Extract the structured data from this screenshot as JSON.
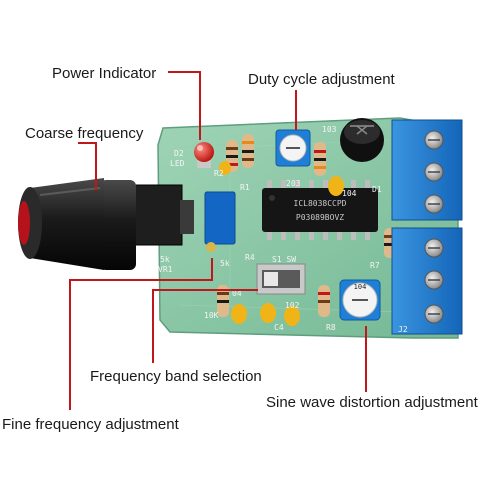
{
  "labels": {
    "power_indicator": "Power Indicator",
    "duty_cycle": "Duty cycle adjustment",
    "coarse_frequency": "Coarse frequency",
    "frequency_band": "Frequency band selection",
    "sine_distortion": "Sine wave distortion adjustment",
    "fine_frequency": "Fine frequency adjustment"
  },
  "board_marks": {
    "d2": "D2",
    "led": "LED",
    "r2": "R2",
    "r1": "R1",
    "vr1": "VR1",
    "five_k_a": "5k",
    "five_k_b": "5k",
    "r4": "R4",
    "s1sw": "S1 SW",
    "chip": "ICL8038CCPD",
    "chip_code": "P03089BOVZ",
    "c203": "203",
    "c104": "104",
    "d1": "D1",
    "r7": "R7",
    "r8": "R8",
    "c4": "C4",
    "c102": "102",
    "c04": "04",
    "ten_k": "10K",
    "pot_top": "103",
    "pot_bottom": "104",
    "j2": "J2"
  },
  "colors": {
    "leader_line": "#c0171d",
    "pcb": "#86c6a4",
    "terminal_block": "#1e7fd2",
    "knob": "#1c1c1c",
    "led": "#e0231c"
  }
}
